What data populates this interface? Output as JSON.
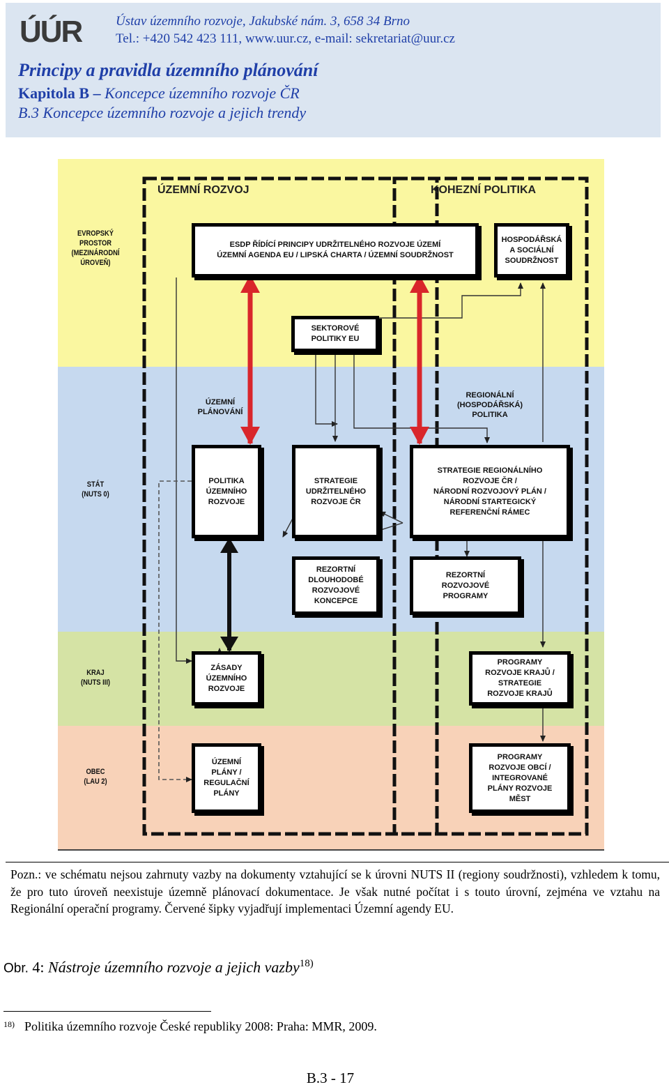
{
  "header": {
    "logo_text": "ÚÚR",
    "address_line1": "Ústav územního rozvoje, Jakubské nám. 3, 658 34 Brno",
    "address_line2": "Tel.: +420 542 423 111, www.uur.cz, e-mail: sekretariat@uur.cz",
    "title": "Principy a pravidla územního plánování",
    "chapter_prefix": "Kapitola B – ",
    "chapter_title": "Koncepce územního rozvoje ČR",
    "section": "B.3 Koncepce územního rozvoje a jejich trendy"
  },
  "diagram": {
    "colors": {
      "eu": "#faf7a0",
      "state": "#c6d9ef",
      "region": "#d5e3a5",
      "municipality": "#f8d2b8",
      "red_arrow": "#d9262b"
    },
    "frames": {
      "left": "ÚZEMNÍ ROZVOJ",
      "right": "KOHEZNÍ POLITIKA"
    },
    "levels": {
      "eu": "EVROPSKÝ\nPROSTOR\n(MEZINÁRODNÍ\nÚROVEŇ)",
      "state": "STÁT\n(NUTS 0)",
      "region": "KRAJ\n(NUTS III)",
      "municipality": "OBEC\n(LAU 2)"
    },
    "boxes": {
      "esdp": "ESDP ŘÍDÍCÍ PRINCIPY UDRŽITELNÉHO ROZVOJE ÚZEMÍ\nÚZEMNÍ AGENDA EU / LIPSKÁ CHARTA / ÚZEMNÍ SOUDRŽNOST",
      "cohesion": "HOSPODÁŘSKÁ\nA SOCIÁLNÍ\nSOUDRŽNOST",
      "sector": "SEKTOROVÉ\nPOLITIKY EU",
      "policy": "POLITIKA\nÚZEMNÍHO\nROZVOJE",
      "sustain": "STRATEGIE\nUDRŽITELNÉHO\nROZVOJE ČR",
      "regional_strategy": "STRATEGIE REGIONÁLNÍHO\nROZVOJE ČR /\nNÁRODNÍ ROZVOJOVÝ PLÁN /\nNÁRODNÍ STARTEGICKÝ\nREFERENČNÍ RÁMEC",
      "ministry_concepts": "REZORTNÍ\nDLOUHODOBÉ\nROZVOJOVÉ\nKONCEPCE",
      "ministry_programs": "REZORTNÍ\nROZVOJOVÉ\nPROGRAMY",
      "principles": "ZÁSADY\nÚZEMNÍHO\nROZVOJE",
      "region_programs": "PROGRAMY\nROZVOJE KRAJŮ /\nSTRATEGIE\nROZVOJE KRAJŮ",
      "plans": "ÚZEMNÍ\nPLÁNY /\nREGULAČNÍ\nPLÁNY",
      "municipal_programs": "PROGRAMY\nROZVOJE OBCÍ /\nINTEGROVANÉ\nPLÁNY ROZVOJE\nMĚST"
    },
    "float_labels": {
      "spatial_planning": "ÚZEMNÍ\nPLÁNOVÁNÍ",
      "regional_policy": "REGIONÁLNÍ\n(HOSPODÁŘSKÁ)\nPOLITIKA"
    }
  },
  "note": "Pozn.: ve schématu nejsou zahrnuty vazby na dokumenty vztahující se k úrovni NUTS II (regiony soudržnosti), vzhledem k tomu, že pro tuto úroveň neexistuje územně plánovací dokumentace. Je však nutné počítat i s touto úrovní, zejména ve vztahu na Regionální operační programy. Červené šipky vyjadřují implementaci Územní agendy EU.",
  "caption": {
    "label": "Obr.",
    "number": " 4: ",
    "title": "Nástroje územního rozvoje a jejich vazby",
    "footnote_ref": "18)"
  },
  "footnote": {
    "number": "18)",
    "text": "Politika územního rozvoje České republiky 2008: Praha: MMR, 2009."
  },
  "page_number": "B.3 - 17"
}
